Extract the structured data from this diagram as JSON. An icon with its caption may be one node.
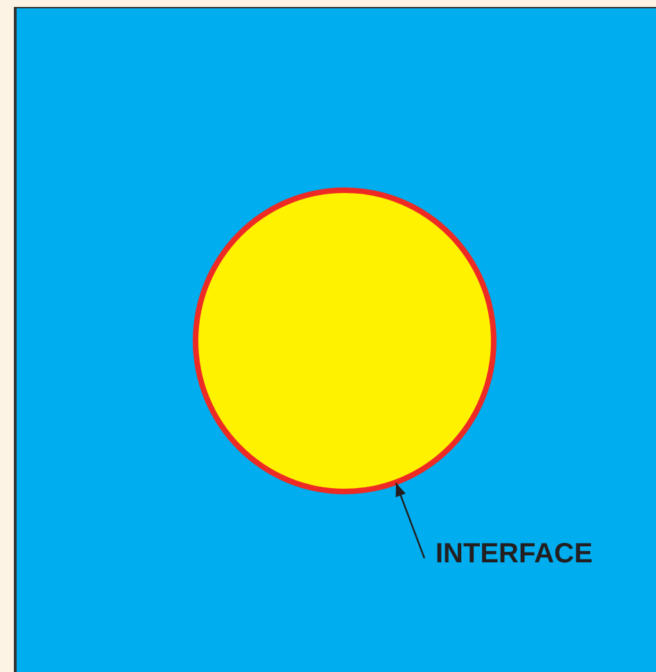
{
  "diagram": {
    "nodes": [
      {
        "text": [],
        "shape": "box"
      },
      {
        "text": [],
        "shape": "circle",
        "in": 0
      },
      {
        "text": [
          "INTERFACE"
        ],
        "in": 0
      }
    ],
    "edges": [
      {
        "from": 2,
        "to": 1,
        "arrow": "to"
      }
    ]
  }
}
